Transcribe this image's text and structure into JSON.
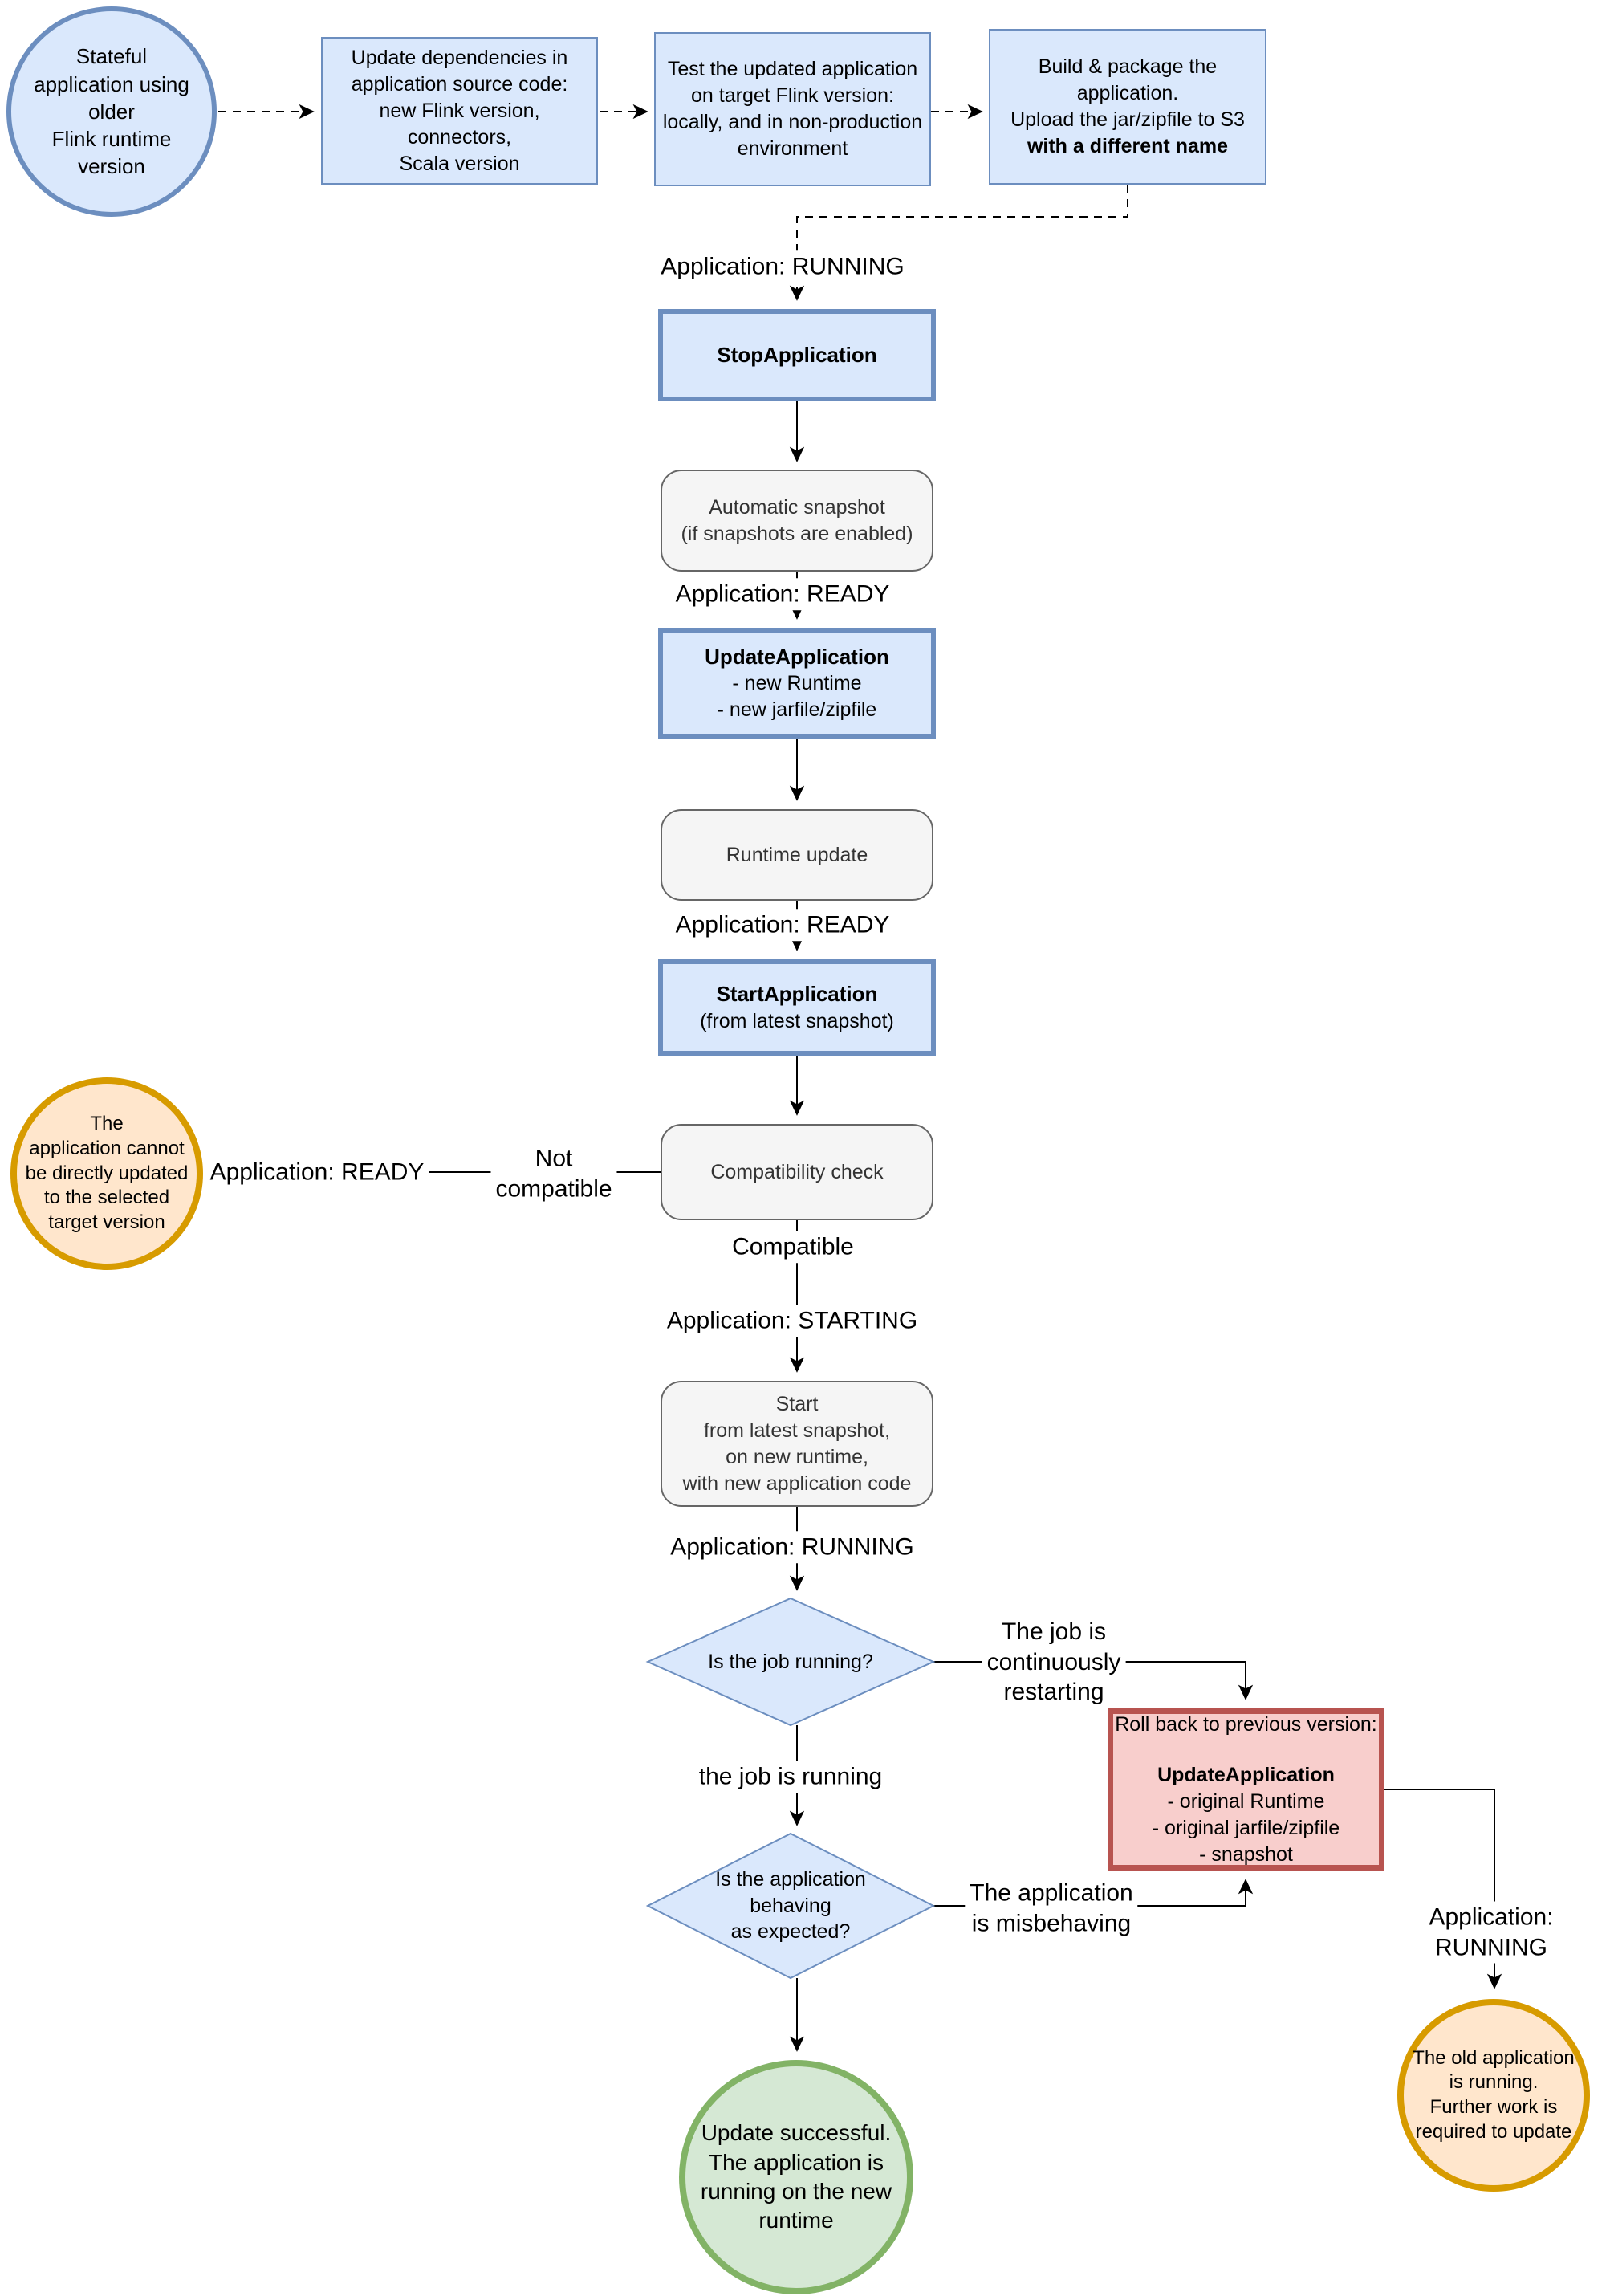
{
  "diagram": {
    "title_hint": "Flink runtime upgrade flowchart",
    "colors": {
      "blue_fill": "#dae8fc",
      "blue_stroke": "#6c8ebf",
      "gray_fill": "#f5f5f5",
      "gray_stroke": "#666666",
      "orange_fill": "#ffe6cc",
      "orange_stroke": "#d79b00",
      "green_fill": "#d5e8d4",
      "green_stroke": "#82b366",
      "red_fill": "#f8cecc",
      "red_stroke": "#b85450",
      "line": "#000000"
    },
    "nodes": {
      "start_circle": {
        "text": "Stateful\napplication using\nolder\nFlink runtime\nversion"
      },
      "update_deps": {
        "text": "Update dependencies in\napplication source code:\nnew Flink version,\nconnectors,\nScala version"
      },
      "test_app": {
        "text": "Test the updated application\non target Flink version:\nlocally, and in non-production\nenvironment"
      },
      "build_package": {
        "text": "Build & package the\napplication.\nUpload the jar/zipfile to S3",
        "bold_text": "with a different name"
      },
      "stop_application": {
        "title": "StopApplication"
      },
      "auto_snapshot": {
        "text": "Automatic snapshot\n(if snapshots are enabled)"
      },
      "update_application": {
        "title": "UpdateApplication",
        "text": "- new Runtime\n- new jarfile/zipfile"
      },
      "runtime_update": {
        "text": "Runtime update"
      },
      "start_application": {
        "title": "StartApplication",
        "text": "(from latest snapshot)"
      },
      "compatibility_check": {
        "text": "Compatibility check"
      },
      "cannot_update_circle": {
        "text": "The\napplication cannot\nbe directly updated\nto the selected\ntarget version"
      },
      "start_from_snapshot": {
        "text": "Start\nfrom latest snapshot,\non new runtime,\nwith new application code"
      },
      "is_job_running": {
        "text": "Is the job running?"
      },
      "rollback": {
        "intro": "Roll back to previous version:",
        "title": "UpdateApplication",
        "text": "- original Runtime\n- original jarfile/zipfile\n- snapshot"
      },
      "is_app_behaving": {
        "text": "Is the application\nbehaving\nas expected?"
      },
      "success_circle": {
        "text": "Update successful.\nThe application is\nrunning on the new\nruntime"
      },
      "old_app_circle": {
        "text": "The old application\nis running.\nFurther work is\nrequired to update"
      }
    },
    "labels": {
      "app_running_top": "Application: RUNNING",
      "app_ready_snapshot": "Application: READY",
      "app_ready_runtime": "Application: READY",
      "not_compatible": "Not\ncompatible",
      "app_ready_left": "Application: READY",
      "compatible": "Compatible",
      "app_starting": "Application: STARTING",
      "app_running_mid": "Application: RUNNING",
      "job_restarting": "The job is\ncontinuously\nrestarting",
      "job_running": "the job is running",
      "app_misbehaving": "The application\nis misbehaving",
      "app_running_right": "Application: RUNNING"
    }
  }
}
